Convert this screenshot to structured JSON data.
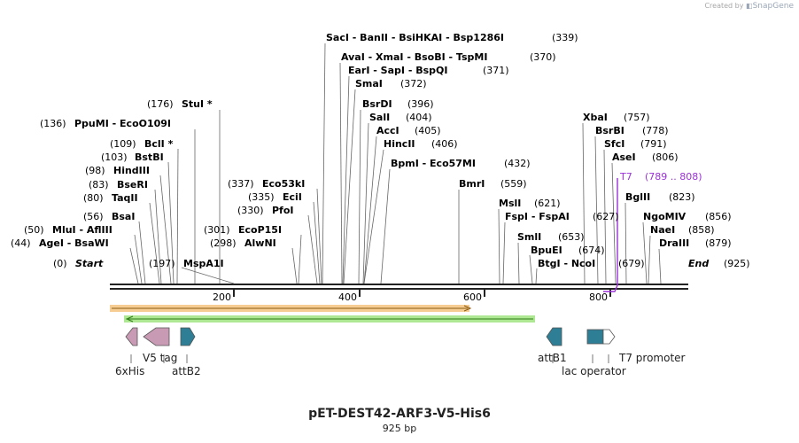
{
  "credit": {
    "prefix": "Created by",
    "brand": "SnapGene"
  },
  "map": {
    "name": "pET-DEST42-ARF3-V5-His6",
    "length_label": "925 bp",
    "start_label": "Start",
    "end_label": "End",
    "start_pos": "(0)",
    "end_pos": "(925)",
    "ticks": [
      "200",
      "400",
      "600",
      "800"
    ]
  },
  "sites": [
    {
      "name": "AgeI  -  BsaWI",
      "pos": "(44)"
    },
    {
      "name": "MluI  -  AflIII",
      "pos": "(50)"
    },
    {
      "name": "BsaI",
      "pos": "(56)"
    },
    {
      "name": "TaqII",
      "pos": "(80)"
    },
    {
      "name": "BseRI",
      "pos": "(83)"
    },
    {
      "name": "HindIII",
      "pos": "(98)"
    },
    {
      "name": "BstBI",
      "pos": "(103)"
    },
    {
      "name": "BclI *",
      "pos": "(109)"
    },
    {
      "name": "PpuMI  -  EcoO109I",
      "pos": "(136)"
    },
    {
      "name": "StuI *",
      "pos": "(176)"
    },
    {
      "name": "MspA1I",
      "pos": "(197)"
    },
    {
      "name": "AlwNI",
      "pos": "(298)"
    },
    {
      "name": "EcoP15I",
      "pos": "(301)"
    },
    {
      "name": "PfoI",
      "pos": "(330)"
    },
    {
      "name": "EciI",
      "pos": "(335)"
    },
    {
      "name": "Eco53kI",
      "pos": "(337)"
    },
    {
      "name": "SacI  -  BanII  -  BsiHKAI  -  Bsp1286I",
      "pos": "(339)"
    },
    {
      "name": "AvaI  -  XmaI  -  BsoBI  -  TspMI",
      "pos": "(370)"
    },
    {
      "name": "EarI  -  SapI  -  BspQI",
      "pos": "(371)"
    },
    {
      "name": "SmaI",
      "pos": "(372)"
    },
    {
      "name": "BsrDI",
      "pos": "(396)"
    },
    {
      "name": "SalI",
      "pos": "(404)"
    },
    {
      "name": "AccI",
      "pos": "(405)"
    },
    {
      "name": "HincII",
      "pos": "(406)"
    },
    {
      "name": "BpmI  -  Eco57MI",
      "pos": "(432)"
    },
    {
      "name": "BmrI",
      "pos": "(559)"
    },
    {
      "name": "MslI",
      "pos": "(621)"
    },
    {
      "name": "FspI  -  FspAI",
      "pos": "(627)"
    },
    {
      "name": "SmlI",
      "pos": "(653)"
    },
    {
      "name": "BpuEI",
      "pos": "(674)"
    },
    {
      "name": "BtgI  -  NcoI",
      "pos": "(679)"
    },
    {
      "name": "XbaI",
      "pos": "(757)"
    },
    {
      "name": "BsrBI",
      "pos": "(778)"
    },
    {
      "name": "SfcI",
      "pos": "(791)"
    },
    {
      "name": "AseI",
      "pos": "(806)"
    },
    {
      "name": "BglII",
      "pos": "(823)"
    },
    {
      "name": "NgoMIV",
      "pos": "(856)"
    },
    {
      "name": "NaeI",
      "pos": "(858)"
    },
    {
      "name": "DraIII",
      "pos": "(879)"
    }
  ],
  "primer": {
    "name": "T7",
    "range": "(789 .. 808)",
    "color": "#9b30d9"
  },
  "features": [
    {
      "name": "6xHis"
    },
    {
      "name": "V5 tag"
    },
    {
      "name": "attB2"
    },
    {
      "name": "attB1"
    },
    {
      "name": "lac operator"
    },
    {
      "name": "T7 promoter"
    }
  ],
  "colors": {
    "orf_orange": "#f0a43a",
    "orf_green": "#7ad84a",
    "tag_pink": "#c99ab4",
    "att_teal": "#2e7f96",
    "promoter_white": "#ffffff"
  }
}
